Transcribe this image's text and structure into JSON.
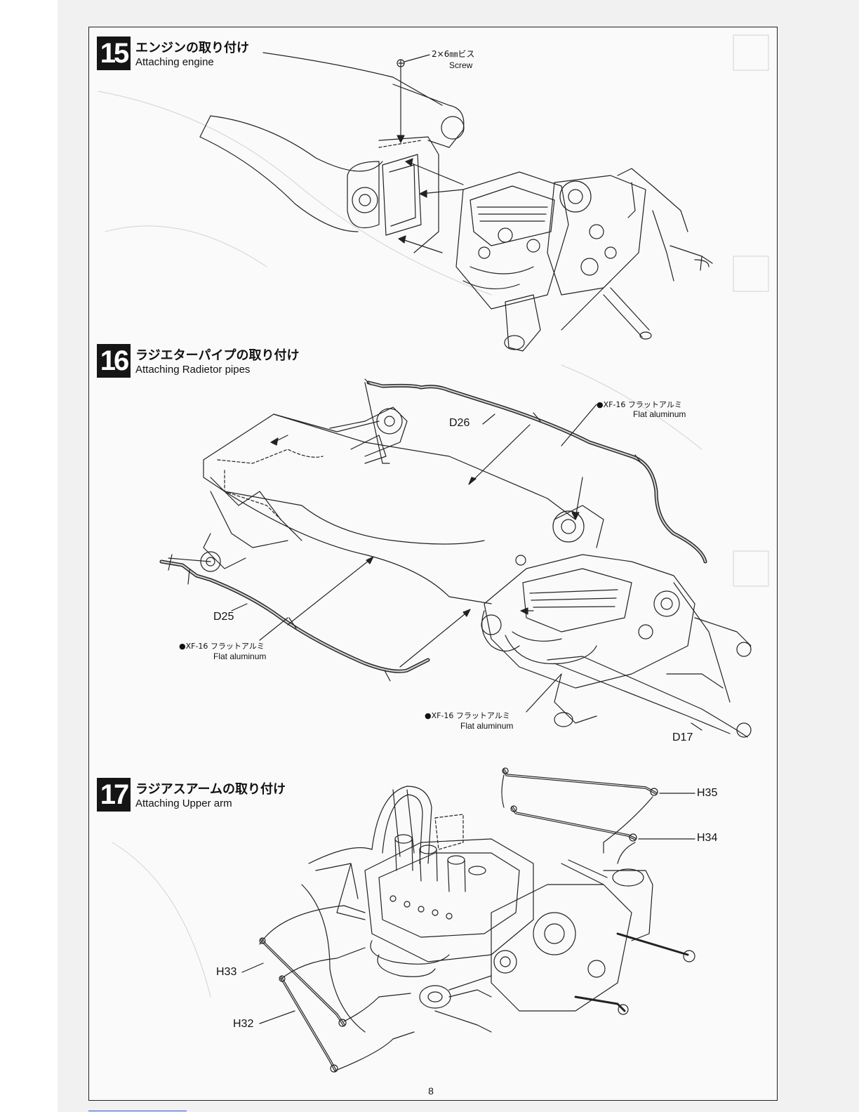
{
  "steps": [
    {
      "number": "15",
      "title_jp": "エンジンの取り付け",
      "title_en": "Attaching engine"
    },
    {
      "number": "16",
      "title_jp": "ラジエターパイプの取り付け",
      "title_en": "Attaching Radietor pipes"
    },
    {
      "number": "17",
      "title_jp": "ラジアスアームの取り付け",
      "title_en": "Attaching Upper arm"
    }
  ],
  "step15": {
    "screw_size": "2×6㎜ビス",
    "screw_label": "Screw"
  },
  "step16": {
    "part_d26": "D26",
    "part_d25": "D25",
    "part_d17": "D17",
    "paint_jp": "●XF-16 フラットアルミ",
    "paint_en": "Flat aluminum"
  },
  "step17": {
    "part_h35": "H35",
    "part_h34": "H34",
    "part_h33": "H33",
    "part_h32": "H32"
  },
  "page_number": "8"
}
